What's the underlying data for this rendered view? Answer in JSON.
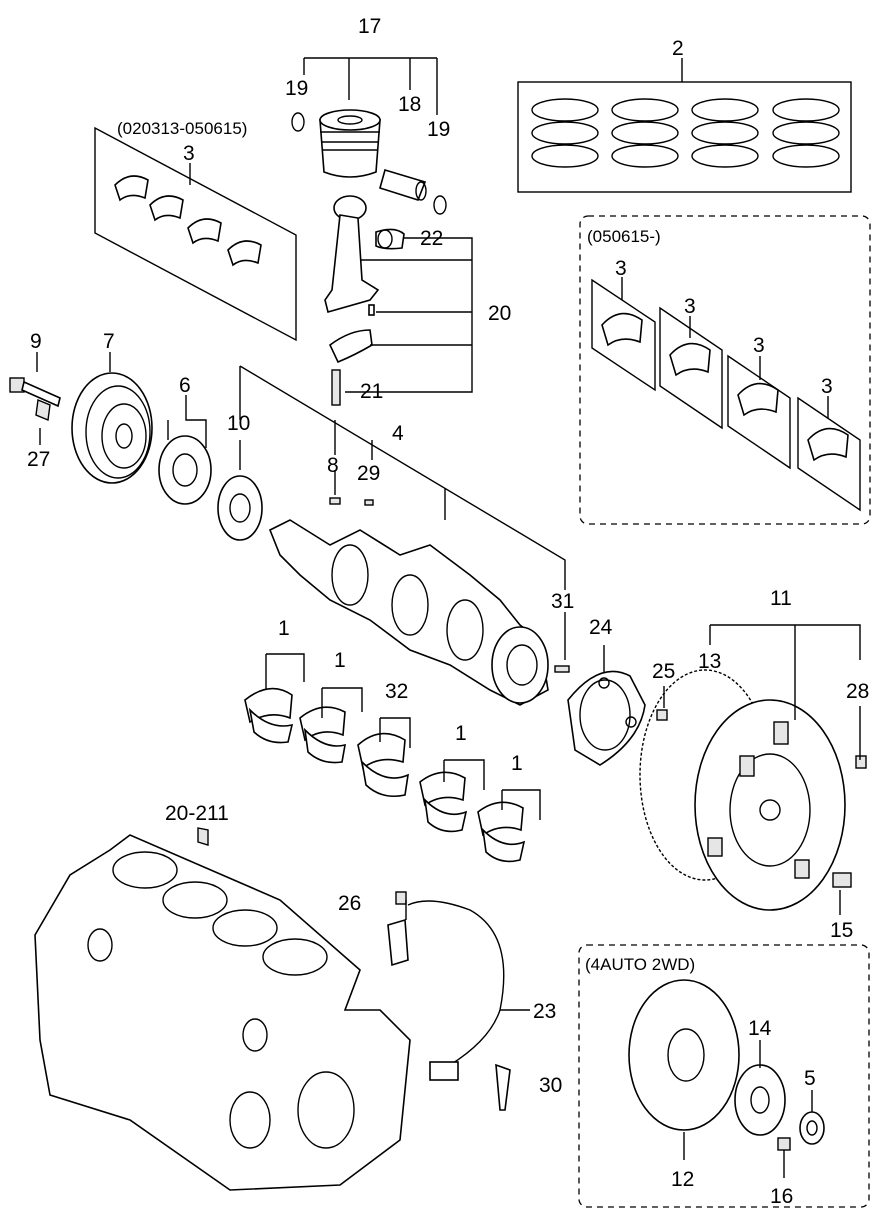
{
  "labels": {
    "p17": "17",
    "p2": "2",
    "p19a": "19",
    "p19b": "19",
    "p18": "18",
    "p3_top": "3",
    "p22": "22",
    "p20": "20",
    "p21": "21",
    "p9": "9",
    "p7": "7",
    "p6": "6",
    "p27": "27",
    "p10": "10",
    "p4": "4",
    "p8": "8",
    "p29": "29",
    "p31": "31",
    "p24": "24",
    "p25": "25",
    "p13": "13",
    "p11": "11",
    "p28": "28",
    "p1a": "1",
    "p1b": "1",
    "p32": "32",
    "p1c": "1",
    "p1d": "1",
    "p15": "15",
    "p20_211": "20-211",
    "p26": "26",
    "p23": "23",
    "p30": "30",
    "p14": "14",
    "p5": "5",
    "p12": "12",
    "p16": "16",
    "p3a": "3",
    "p3b": "3",
    "p3c": "3",
    "p3d": "3"
  },
  "groups": {
    "bearing_set_old": "(020313-050615)",
    "bearing_set_new": "(050615-)",
    "auto_trans": "(4AUTO 2WD)"
  }
}
